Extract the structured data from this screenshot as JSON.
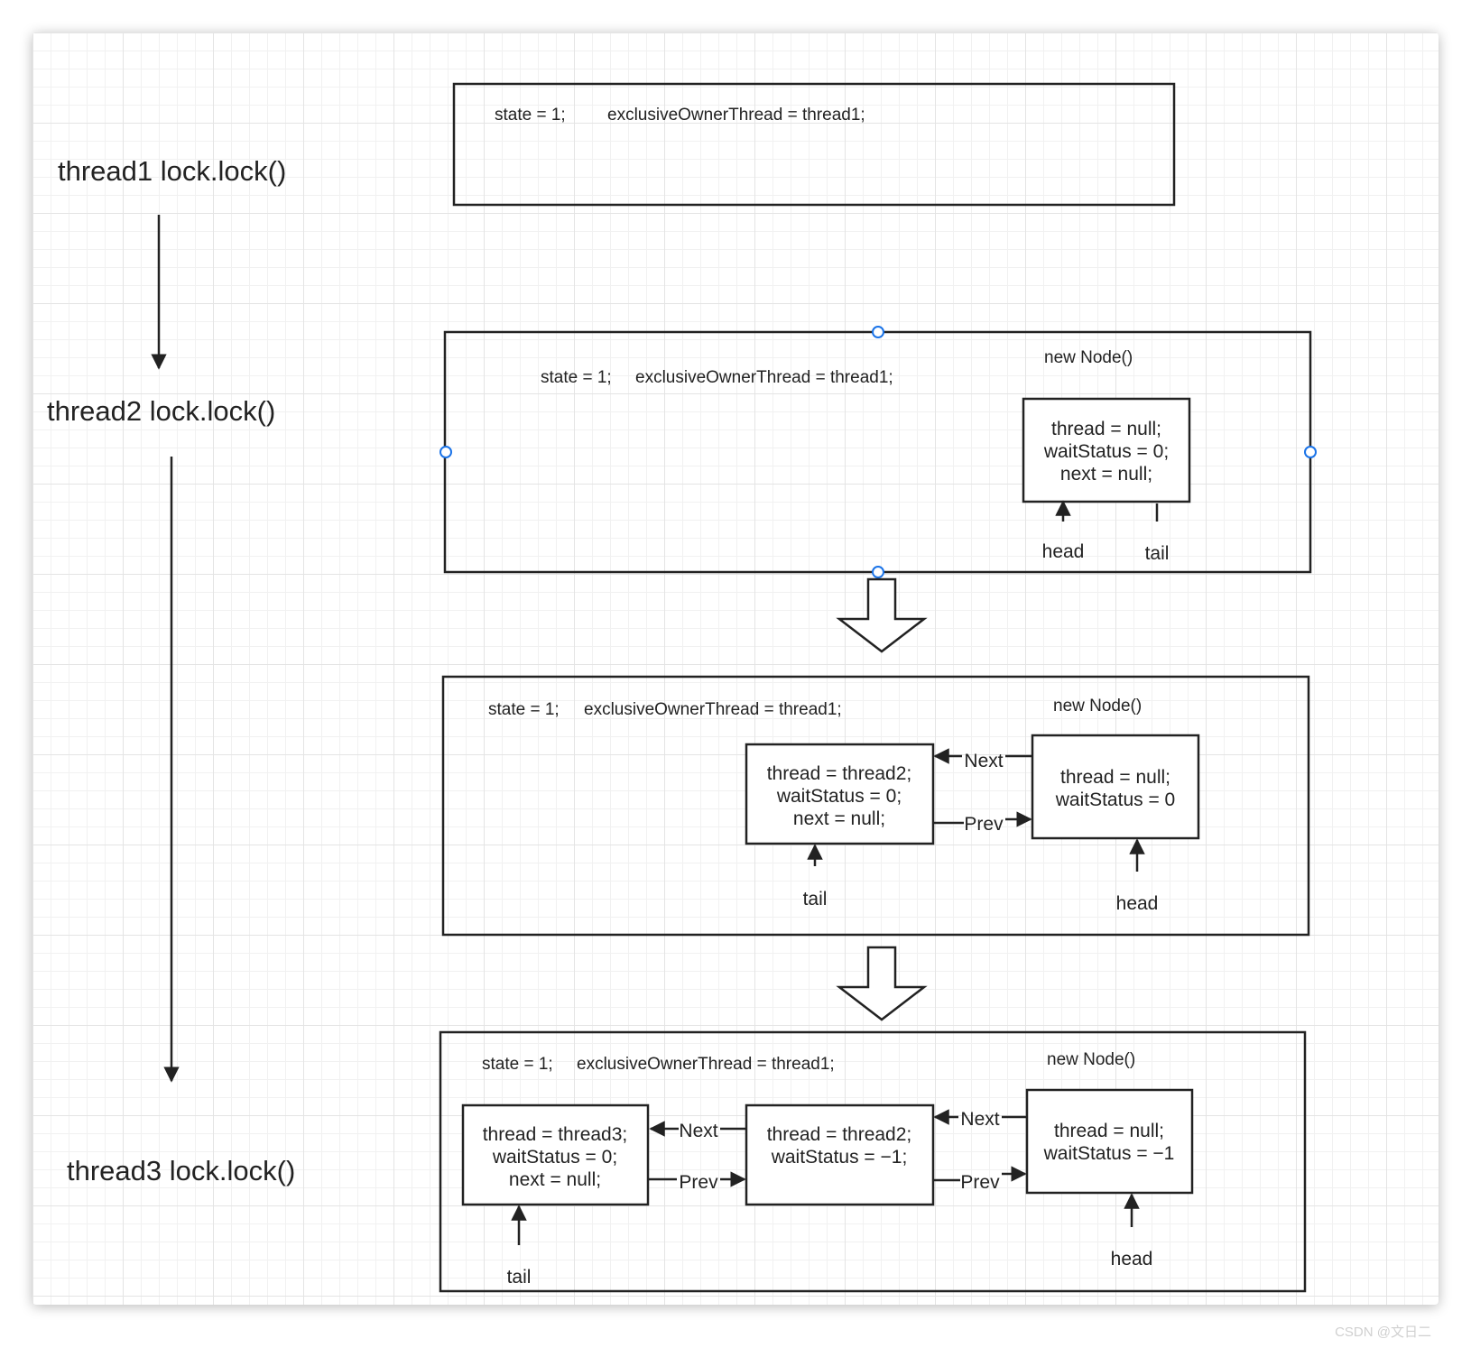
{
  "steps": [
    {
      "label": "thread1 lock.lock()"
    },
    {
      "label": "thread2 lock.lock()"
    },
    {
      "label": "thread3 lock.lock()"
    }
  ],
  "panel1": {
    "state": "state = 1;",
    "owner": "exclusiveOwnerThread = thread1;"
  },
  "panel2": {
    "state": "state = 1;",
    "owner": "exclusiveOwnerThread = thread1;",
    "new_node": "new Node()",
    "node": [
      "thread = null;",
      "waitStatus = 0;",
      "next = null;"
    ],
    "head": "head",
    "tail": "tail"
  },
  "panel3": {
    "state": "state = 1;",
    "owner": "exclusiveOwnerThread = thread1;",
    "new_node": "new Node()",
    "node_a": [
      "thread = thread2;",
      "waitStatus = 0;",
      "next = null;"
    ],
    "node_b": [
      "thread = null;",
      "waitStatus = 0"
    ],
    "next": "Next",
    "prev": "Prev",
    "tail": "tail",
    "head": "head"
  },
  "panel4": {
    "state": "state = 1;",
    "owner": "exclusiveOwnerThread = thread1;",
    "new_node": "new Node()",
    "node_a": [
      "thread = thread3;",
      "waitStatus = 0;",
      "next = null;"
    ],
    "node_b": [
      "thread = thread2;",
      "waitStatus = −1;"
    ],
    "node_c": [
      "thread = null;",
      "waitStatus = −1"
    ],
    "next1": "Next",
    "prev1": "Prev",
    "next2": "Next",
    "prev2": "Prev",
    "tail": "tail",
    "head": "head"
  },
  "watermark": "CSDN @文日二"
}
